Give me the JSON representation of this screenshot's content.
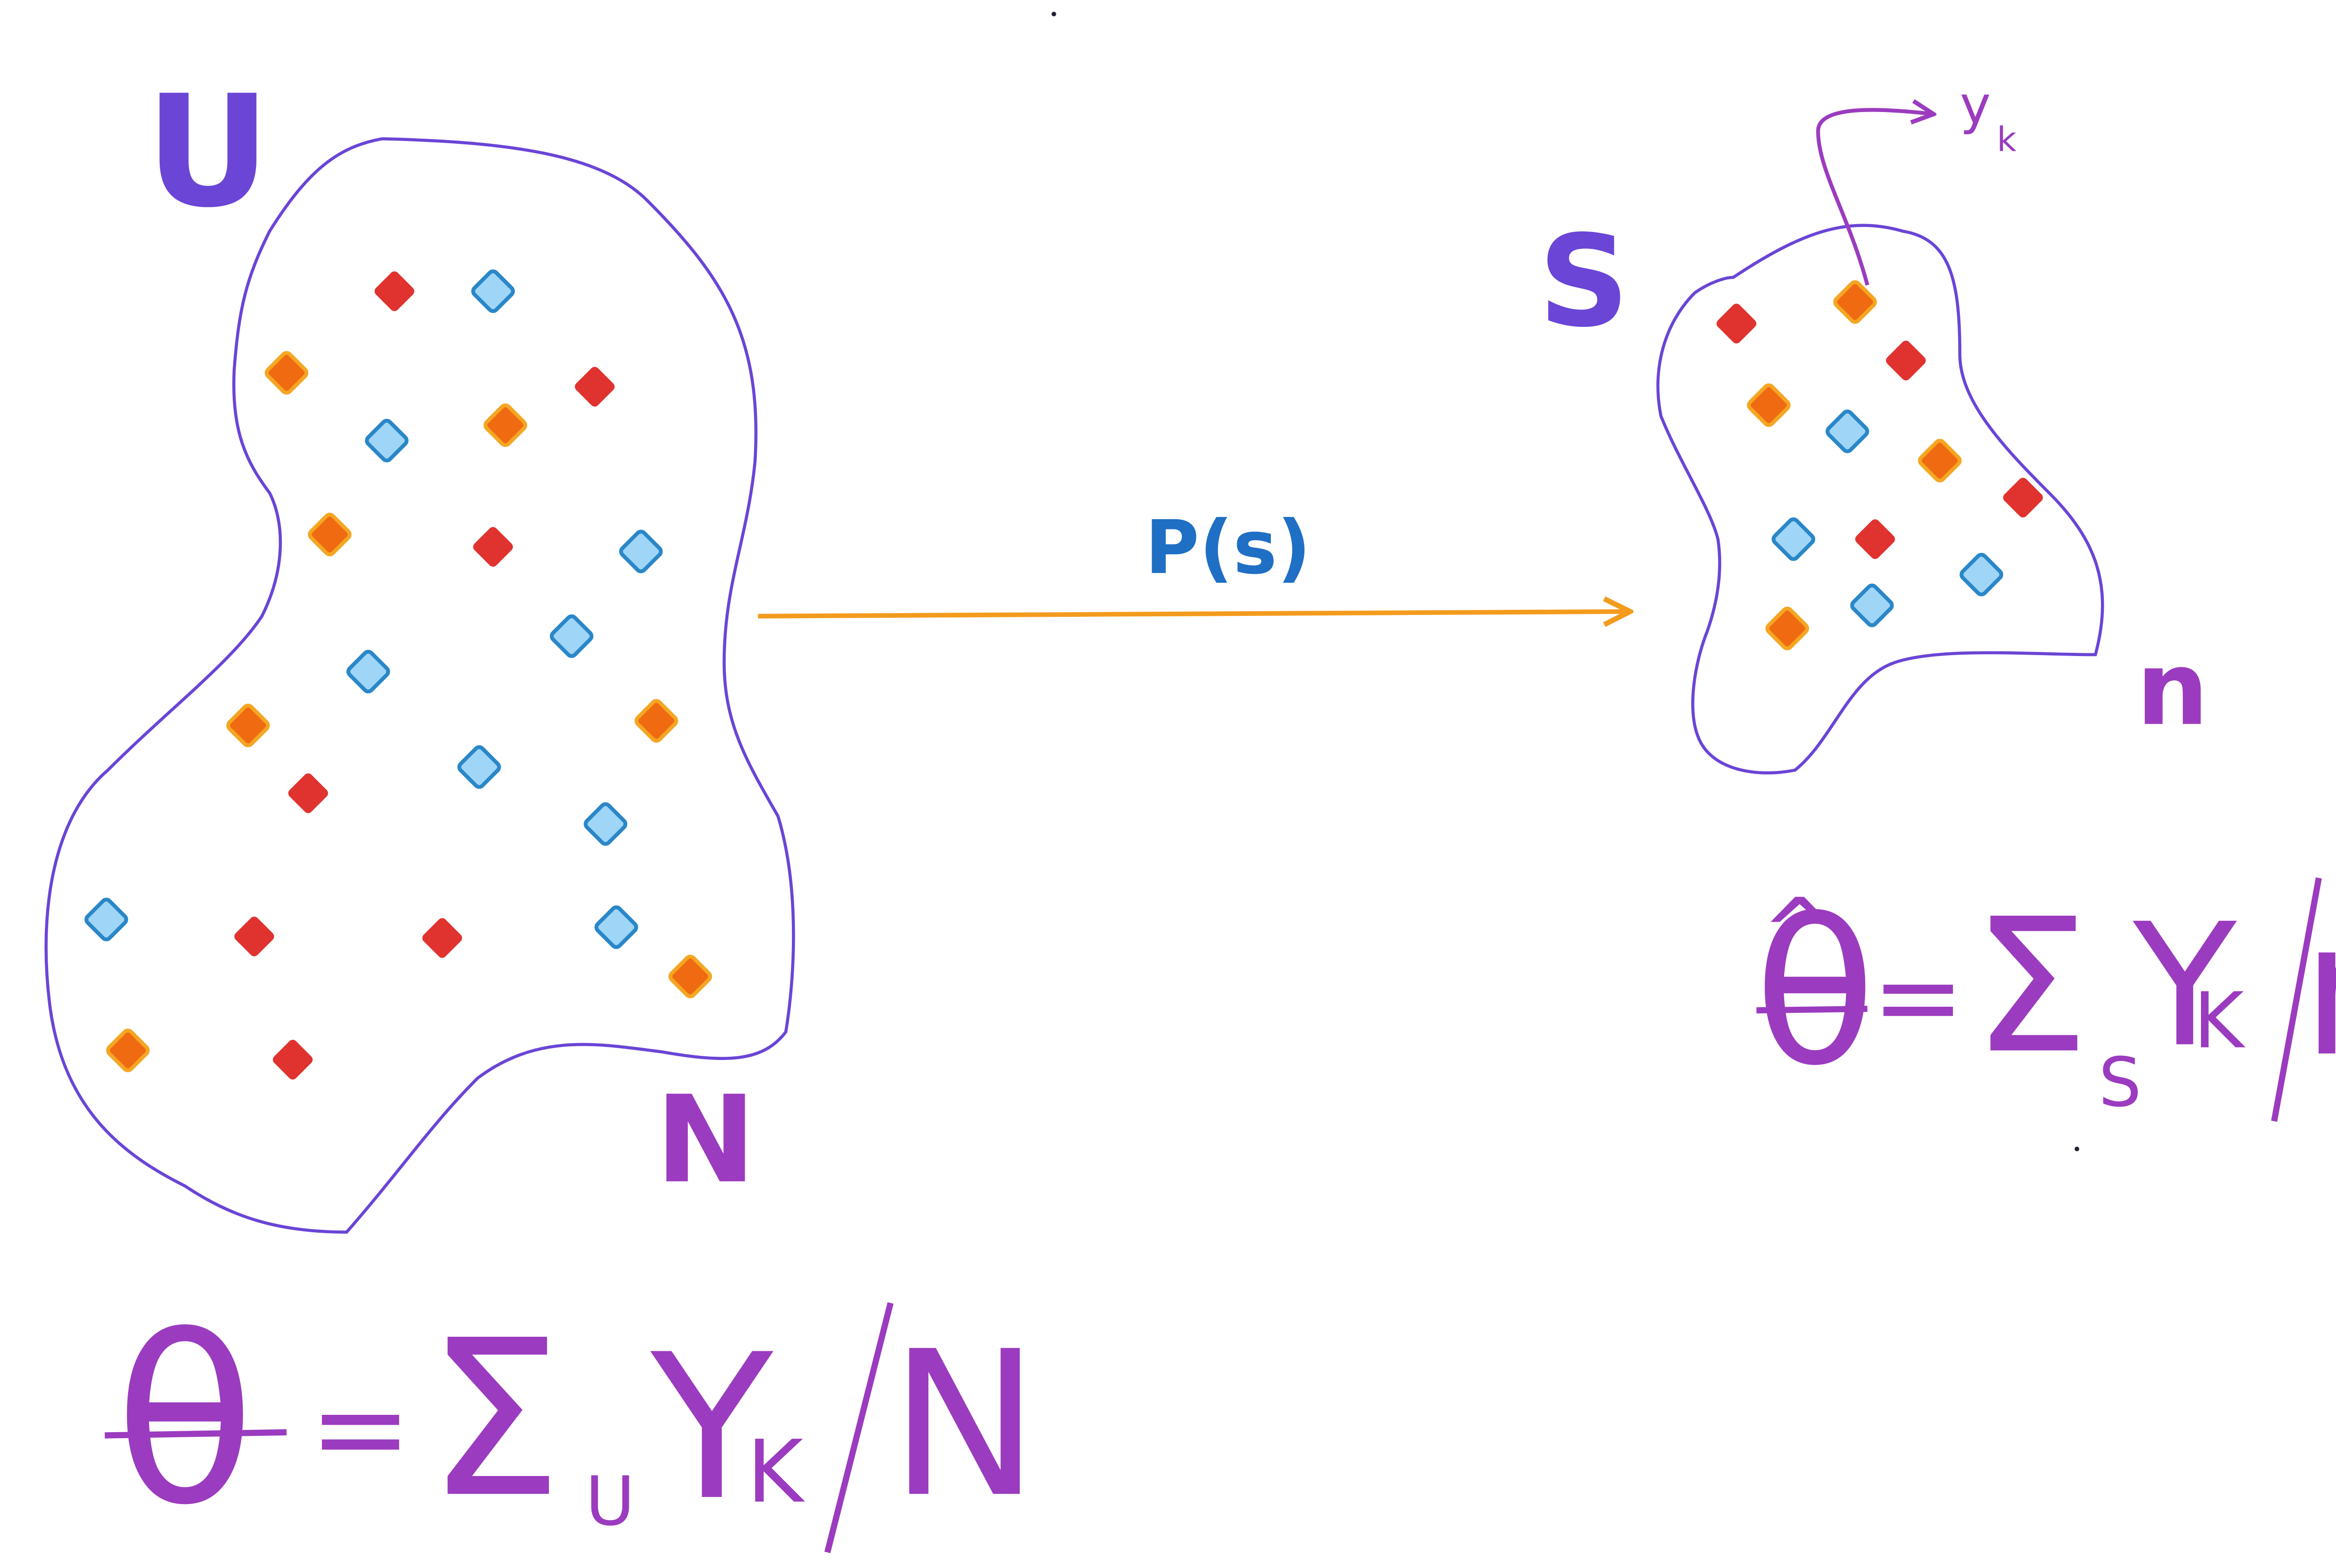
{
  "colors": {
    "outline": "#6a45d6",
    "violet_label": "#6a45d6",
    "magenta": "#9b3bbf",
    "arrow": "#f39b1d",
    "arrow_label": "#1f6fc4",
    "red": "#e0332f",
    "orange_fill": "#ef6a10",
    "orange_edge": "#f5a623",
    "blue_fill": "#9fd5f7",
    "blue_edge": "#2a87c8"
  },
  "population": {
    "set_label": "U",
    "size_label": "N"
  },
  "sample": {
    "set_label": "S",
    "size_label": "n",
    "pointer_label": "y",
    "pointer_sub": "k"
  },
  "arrow": {
    "label": "P(s)"
  },
  "formula_population": {
    "theta": "θ",
    "eq": "=",
    "sigma": "Σ",
    "sub": "U",
    "y": "Y",
    "ysub": "K",
    "slash": "/",
    "denom": "N"
  },
  "formula_sample": {
    "theta": "θ",
    "hat": "^",
    "eq": "=",
    "sigma": "Σ",
    "sub": "S",
    "y": "Y",
    "ysub": "K",
    "slash": "/",
    "denom": "n"
  },
  "icons": [
    "red-diamond",
    "orange-diamond",
    "blue-diamond"
  ]
}
